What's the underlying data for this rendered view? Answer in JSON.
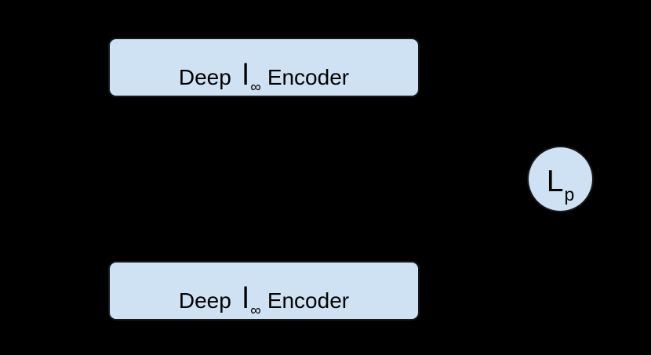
{
  "colors": {
    "background": "#000000",
    "node_fill": "#cfe2f3",
    "node_border": "#16181a",
    "text": "#000000"
  },
  "nodes": {
    "encoder_top": {
      "prefix": "Deep",
      "symbol": "l",
      "subscript": "∞",
      "suffix": "Encoder"
    },
    "encoder_bottom": {
      "prefix": "Deep",
      "symbol": "l",
      "subscript": "∞",
      "suffix": "Encoder"
    },
    "loss": {
      "symbol": "L",
      "subscript": "p"
    }
  }
}
